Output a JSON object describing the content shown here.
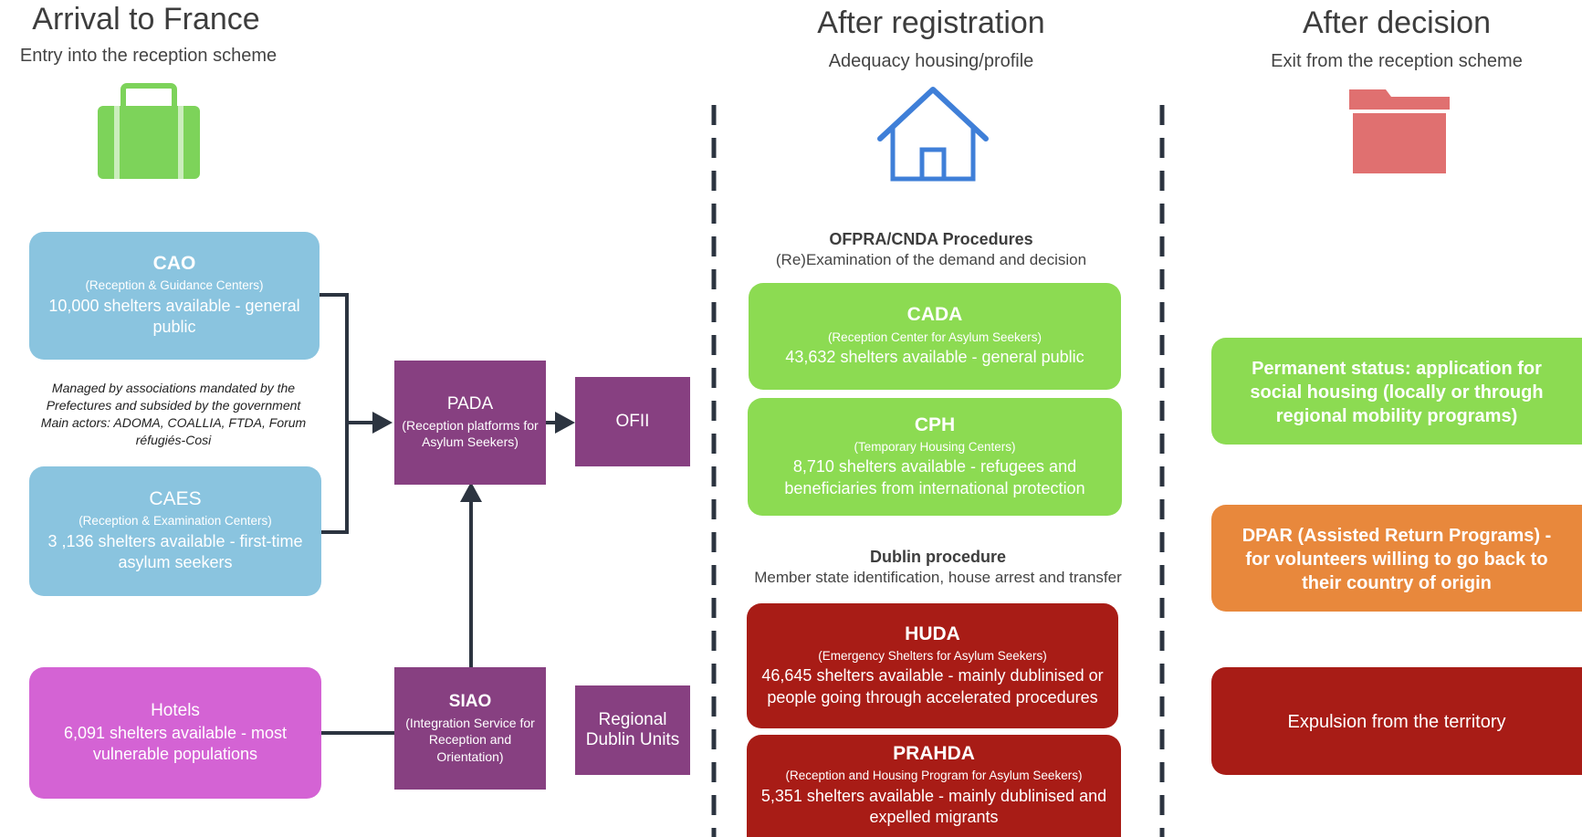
{
  "columns": {
    "arrival": {
      "title": "Arrival to France",
      "subtitle": "Entry into the reception scheme"
    },
    "registration": {
      "title": "After registration",
      "subtitle": "Adequacy housing/profile"
    },
    "decision": {
      "title": "After decision",
      "subtitle": "Exit from the reception scheme"
    }
  },
  "icons": {
    "suitcase": {
      "name": "suitcase-icon",
      "color": "#7dd35a"
    },
    "house": {
      "name": "house-icon",
      "color": "#3f7fd8"
    },
    "folder": {
      "name": "folder-icon",
      "color": "#e07070"
    }
  },
  "arrival": {
    "cao": {
      "name": "CAO",
      "sub": "(Reception & Guidance Centers)",
      "desc": "10,000  shelters available - general public"
    },
    "note": "Managed by associations mandated by the Prefectures and subsided by the government Main actors: ADOMA, COALLIA, FTDA, Forum réfugiés-Cosi",
    "caes": {
      "name": "CAES",
      "sub": "(Reception & Examination Centers)",
      "desc": "3 ,136 shelters available - first-time asylum seekers"
    },
    "hotels": {
      "name": "Hotels",
      "desc": "6,091 shelters available - most vulnerable populations"
    },
    "pada": {
      "name": "PADA",
      "sub": "(Reception platforms for Asylum Seekers)"
    },
    "ofii": {
      "name": "OFII"
    },
    "siao": {
      "name": "SIAO",
      "sub": "(Integration Service for Reception and Orientation)"
    },
    "dublin_units": {
      "name": "Regional Dublin Units"
    }
  },
  "registration": {
    "ofpra": {
      "title": "OFPRA/CNDA Procedures",
      "subtitle": "(Re)Examination of the demand and decision"
    },
    "cada": {
      "name": "CADA",
      "sub": "(Reception Center for Asylum Seekers)",
      "desc": "43,632  shelters available  - general public"
    },
    "cph": {
      "name": "CPH",
      "sub": "(Temporary Housing Centers)",
      "desc": "8,710 shelters available - refugees and beneficiaries from international protection"
    },
    "dublin": {
      "title": "Dublin procedure",
      "subtitle": "Member state identification, house arrest and transfer"
    },
    "huda": {
      "name": "HUDA",
      "sub": "(Emergency Shelters for Asylum Seekers)",
      "desc": "46,645  shelters available  - mainly dublinised or people going through accelerated procedures"
    },
    "prahda": {
      "name": "PRAHDA",
      "sub": "(Reception and Housing Program for Asylum Seekers)",
      "desc": "5,351  shelters available  - mainly dublinised and expelled migrants"
    }
  },
  "decision": {
    "permanent": "Permanent status: application for social housing (locally or through regional mobility programs)",
    "dpar": "DPAR (Assisted Return Programs) - for volunteers willing to go back to their country of origin",
    "expulsion": "Expulsion from the territory"
  },
  "colors": {
    "blue": "#8ac4df",
    "green": "#8cdb52",
    "red": "#a81c16",
    "orange": "#e8883c",
    "pink": "#d463d4",
    "purple": "#874081",
    "connector": "#2c3440"
  }
}
